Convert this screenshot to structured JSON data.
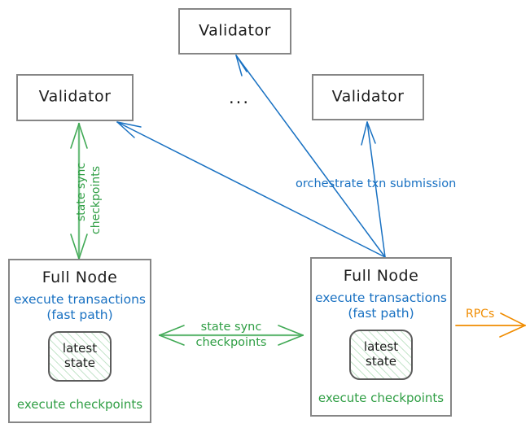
{
  "diagram": {
    "title_text_color_blue": "#1971c2",
    "title_text_color_green": "#2f9e44",
    "title_text_color_orange": "#f08c00",
    "box_border_color": "#868686",
    "nodes": {
      "validator_top": {
        "label": "Validator"
      },
      "validator_left": {
        "label": "Validator"
      },
      "validator_right": {
        "label": "Validator"
      },
      "ellipsis": {
        "label": "..."
      },
      "fullnode_left": {
        "title": "Full Node",
        "blue_line1": "execute transactions",
        "blue_line2": "(fast path)",
        "state_line1": "latest",
        "state_line2": "state",
        "green_line": "execute checkpoints"
      },
      "fullnode_right": {
        "title": "Full Node",
        "blue_line1": "execute transactions",
        "blue_line2": "(fast path)",
        "state_line1": "latest",
        "state_line2": "state",
        "green_line": "execute checkpoints"
      }
    },
    "edge_labels": {
      "orchestrate": "orchestrate txn submission",
      "state_sync_vertical_line1": "state sync",
      "state_sync_vertical_line2": "checkpoints",
      "state_sync_middle_line1": "state sync",
      "state_sync_middle_line2": "checkpoints",
      "rpcs": "RPCs"
    }
  }
}
